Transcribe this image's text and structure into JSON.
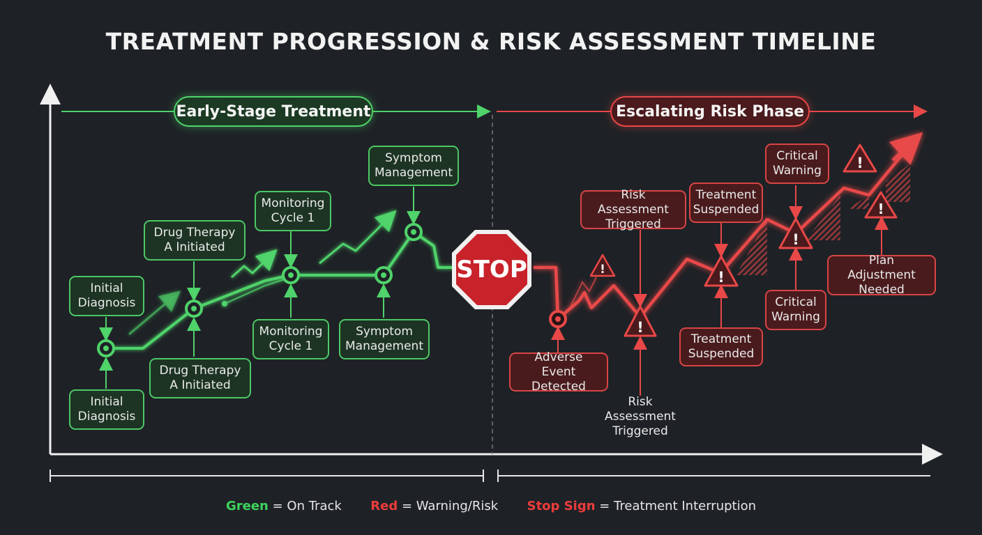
{
  "title": "TREATMENT PROGRESSION & RISK ASSESSMENT TIMELINE",
  "phases": {
    "early": "Early-Stage Treatment",
    "risk": "Escalating Risk Phase"
  },
  "stop_sign": "STOP",
  "green_labels": {
    "initial_diagnosis_top": "Initial Diagnosis",
    "initial_diagnosis_bottom": "Initial Diagnosis",
    "drug_therapy_top": "Drug Therapy A Initiated",
    "drug_therapy_bottom": "Drug Therapy A Initiated",
    "monitoring_top": "Monitoring Cycle 1",
    "monitoring_bottom": "Monitoring Cycle 1",
    "symptom_top": "Symptom Management",
    "symptom_bottom": "Symptom Management"
  },
  "red_labels": {
    "adverse_event": "Adverse Event Detected",
    "risk_assessment_top": "Risk Assessment Triggered",
    "risk_assessment_bottom": "Risk Assessment Triggered",
    "treatment_suspended_top": "Treatment Suspended",
    "treatment_suspended_bottom": "Treatment Suspended",
    "critical_warning_top": "Critical Warning",
    "critical_warning_bottom": "Critical Warning",
    "plan_adjustment": "Plan Adjustment Needed"
  },
  "legend": {
    "green_key": "Green",
    "green_text": " = On Track",
    "red_key": "Red",
    "red_text": " = Warning/Risk",
    "stop_key": "Stop Sign",
    "stop_text": " = Treatment Interruption"
  },
  "colors": {
    "background": "#1e2226",
    "on_track": "#4fd36a",
    "risk": "#e84848",
    "stop_sign": "#c8222a"
  }
}
